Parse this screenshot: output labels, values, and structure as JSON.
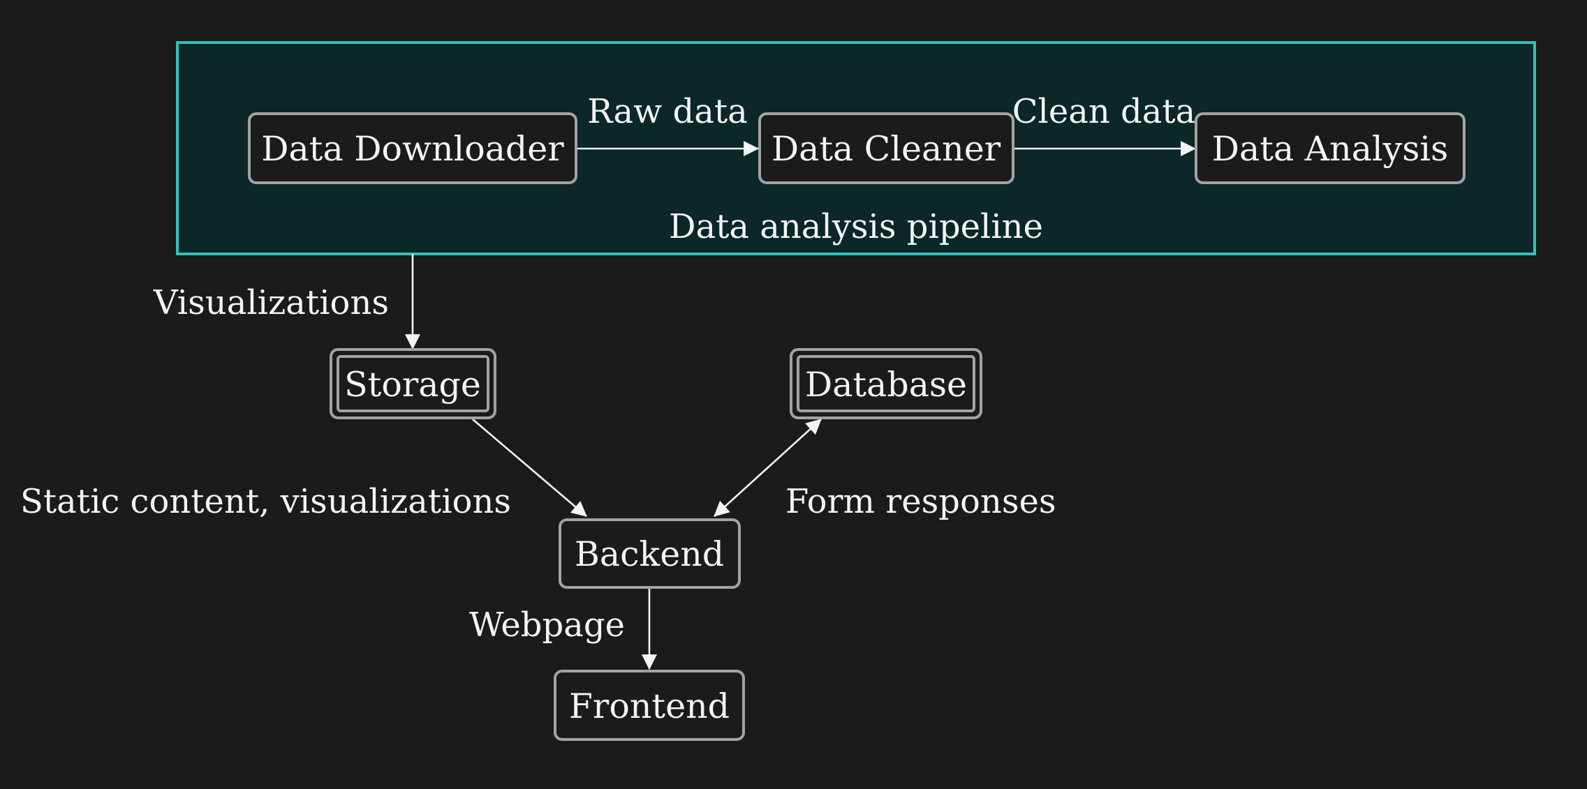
{
  "diagram": {
    "cluster": {
      "label": "Data analysis pipeline",
      "border_color": "#2fc2bc",
      "fill_color": "#0b2728"
    },
    "nodes": {
      "downloader": {
        "label": "Data Downloader"
      },
      "cleaner": {
        "label": "Data Cleaner"
      },
      "analysis": {
        "label": "Data Analysis"
      },
      "storage": {
        "label": "Storage"
      },
      "database": {
        "label": "Database"
      },
      "backend": {
        "label": "Backend"
      },
      "frontend": {
        "label": "Frontend"
      }
    },
    "edges": {
      "raw_data": {
        "label": "Raw data"
      },
      "clean_data": {
        "label": "Clean data"
      },
      "visualizations": {
        "label": "Visualizations"
      },
      "static_content": {
        "label": "Static content, visualizations"
      },
      "form_responses": {
        "label": "Form responses"
      },
      "webpage": {
        "label": "Webpage"
      }
    },
    "colors": {
      "background": "#1b1b1b",
      "node_border": "#a3a3a3",
      "text": "#f4f4f4"
    }
  }
}
